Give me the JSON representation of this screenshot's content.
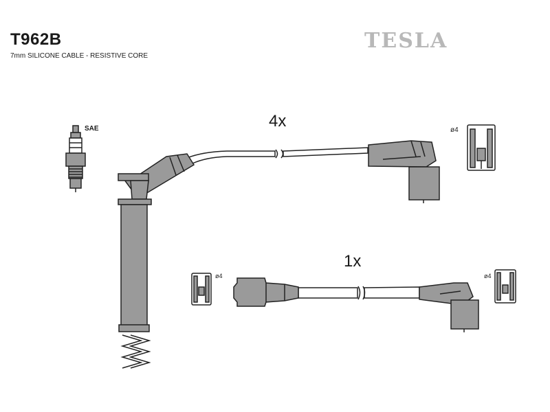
{
  "header": {
    "product_code": "T962B",
    "description": "7mm SILICONE CABLE - RESISTIVE CORE",
    "brand": "TESLA"
  },
  "labels": {
    "plug_standard": "SAE",
    "qty_plug_leads": "4x",
    "qty_coil_lead": "1x",
    "terminal_dia_1": "ø4",
    "terminal_dia_2": "ø4",
    "terminal_dia_3": "ø4"
  },
  "colors": {
    "part_fill": "#9a9a9a",
    "outline": "#222222",
    "brand_gray": "#b8b8b8"
  }
}
